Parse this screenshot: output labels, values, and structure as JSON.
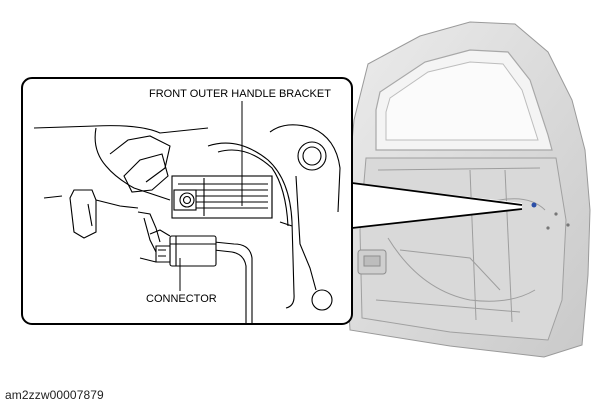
{
  "labels": {
    "bracket": "FRONT OUTER HANDLE BRACKET",
    "connector": "CONNECTOR"
  },
  "figure_id": "am2zzw00007879"
}
